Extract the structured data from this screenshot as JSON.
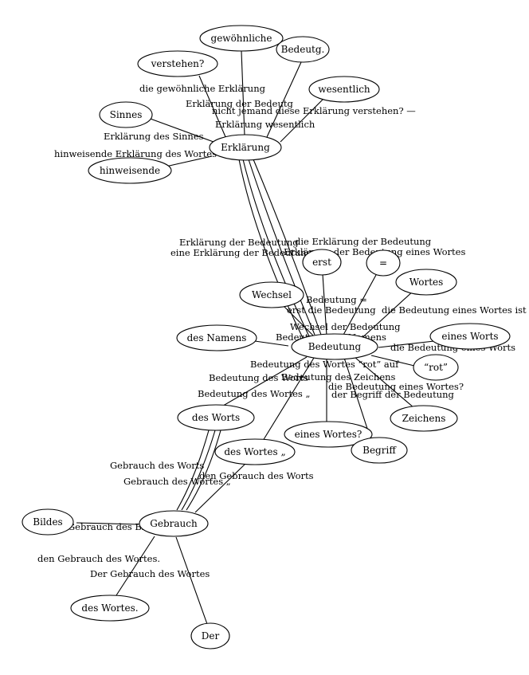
{
  "nodes": {
    "gewoehnliche": "gewöhnliche",
    "bedeutg": "Bedeutg.",
    "verstehen": "verstehen?",
    "wesentlich": "wesentlich",
    "sinnes": "Sinnes",
    "erklaerung": "Erklärung",
    "hinweisende": "hinweisende",
    "erst": "erst",
    "gleich": "=",
    "wortes": "Wortes",
    "wechsel": "Wechsel",
    "des_namens": "des Namens",
    "bedeutung": "Bedeutung",
    "eines_worts": "eines Worts",
    "rot": "“rot”",
    "zeichens": "Zeichens",
    "des_worts": "des Worts",
    "eines_wortes_q": "eines Wortes?",
    "begriff": "Begriff",
    "des_wortes_q": "des Wortes „",
    "bildes": "Bildes",
    "gebrauch": "Gebrauch",
    "des_wortes_p": "des Wortes.",
    "der": "Der"
  },
  "edge_labels": {
    "die_gewoehnliche_erklaerung": "die gewöhnliche Erklärung",
    "erklaerung_der_bedeutg": "Erklärung der Bedeutg",
    "nicht_jemand": "nicht jemand diese Erklärung verstehen? —",
    "erklaerung_wesentlich": "Erklärung wesentlich",
    "erklaerung_des_sinnes": "Erklärung des Sinnes",
    "hinweisende_erklaerung": "hinweisende Erklärung des Wortes",
    "erklaerung_der_bedeutung": "Erklärung der Bedeutung",
    "eine_erklaerung_der_bedeutung": "eine Erklärung der Bedeutung",
    "die_erklaerung_der_bedeutung": "die Erklärung der Bedeutung",
    "erklaerung_der_bedeutung_eines_wortes": "Erklärung der Bedeutung eines Wortes",
    "bedeutung_gleich": "Bedeutung =",
    "erst_die_bedeutung": "erst die Bedeutung",
    "die_bedeutung_eines_wortes_ist": "die Bedeutung eines Wortes ist",
    "wechsel_der_bedeutung": "Wechsel der Bedeutung",
    "bedeutung_des_namens": "Bedeutung des Namens",
    "die_bedeutung_eines_worts": "die Bedeutung eines Worts",
    "bedeutung_des_wortes_rot": "Bedeutung des Wortes “rot” auf",
    "bedeutung_des_zeichens": "Bedeutung des Zeichens",
    "bedeutung_des_worts": "Bedeutung des Worts",
    "die_bedeutung_eines_wortes_q": "die Bedeutung eines Wortes?",
    "der_begriff_der_bedeutung": "der Begriff der Bedeutung",
    "bedeutung_des_wortes_q": "Bedeutung des Wortes „",
    "gebrauch_des_worts": "Gebrauch des Worts",
    "gebrauch_des_wortes_q": "Gebrauch des Wortes „",
    "den_gebrauch_des_worts": "den Gebrauch des Worts",
    "gebrauch_des_bildes": "Gebrauch des Bildes",
    "den_gebrauch_des_wortes": "den Gebrauch des Wortes.",
    "der_gebrauch_des_wortes": "Der Gebrauch des Wortes"
  }
}
